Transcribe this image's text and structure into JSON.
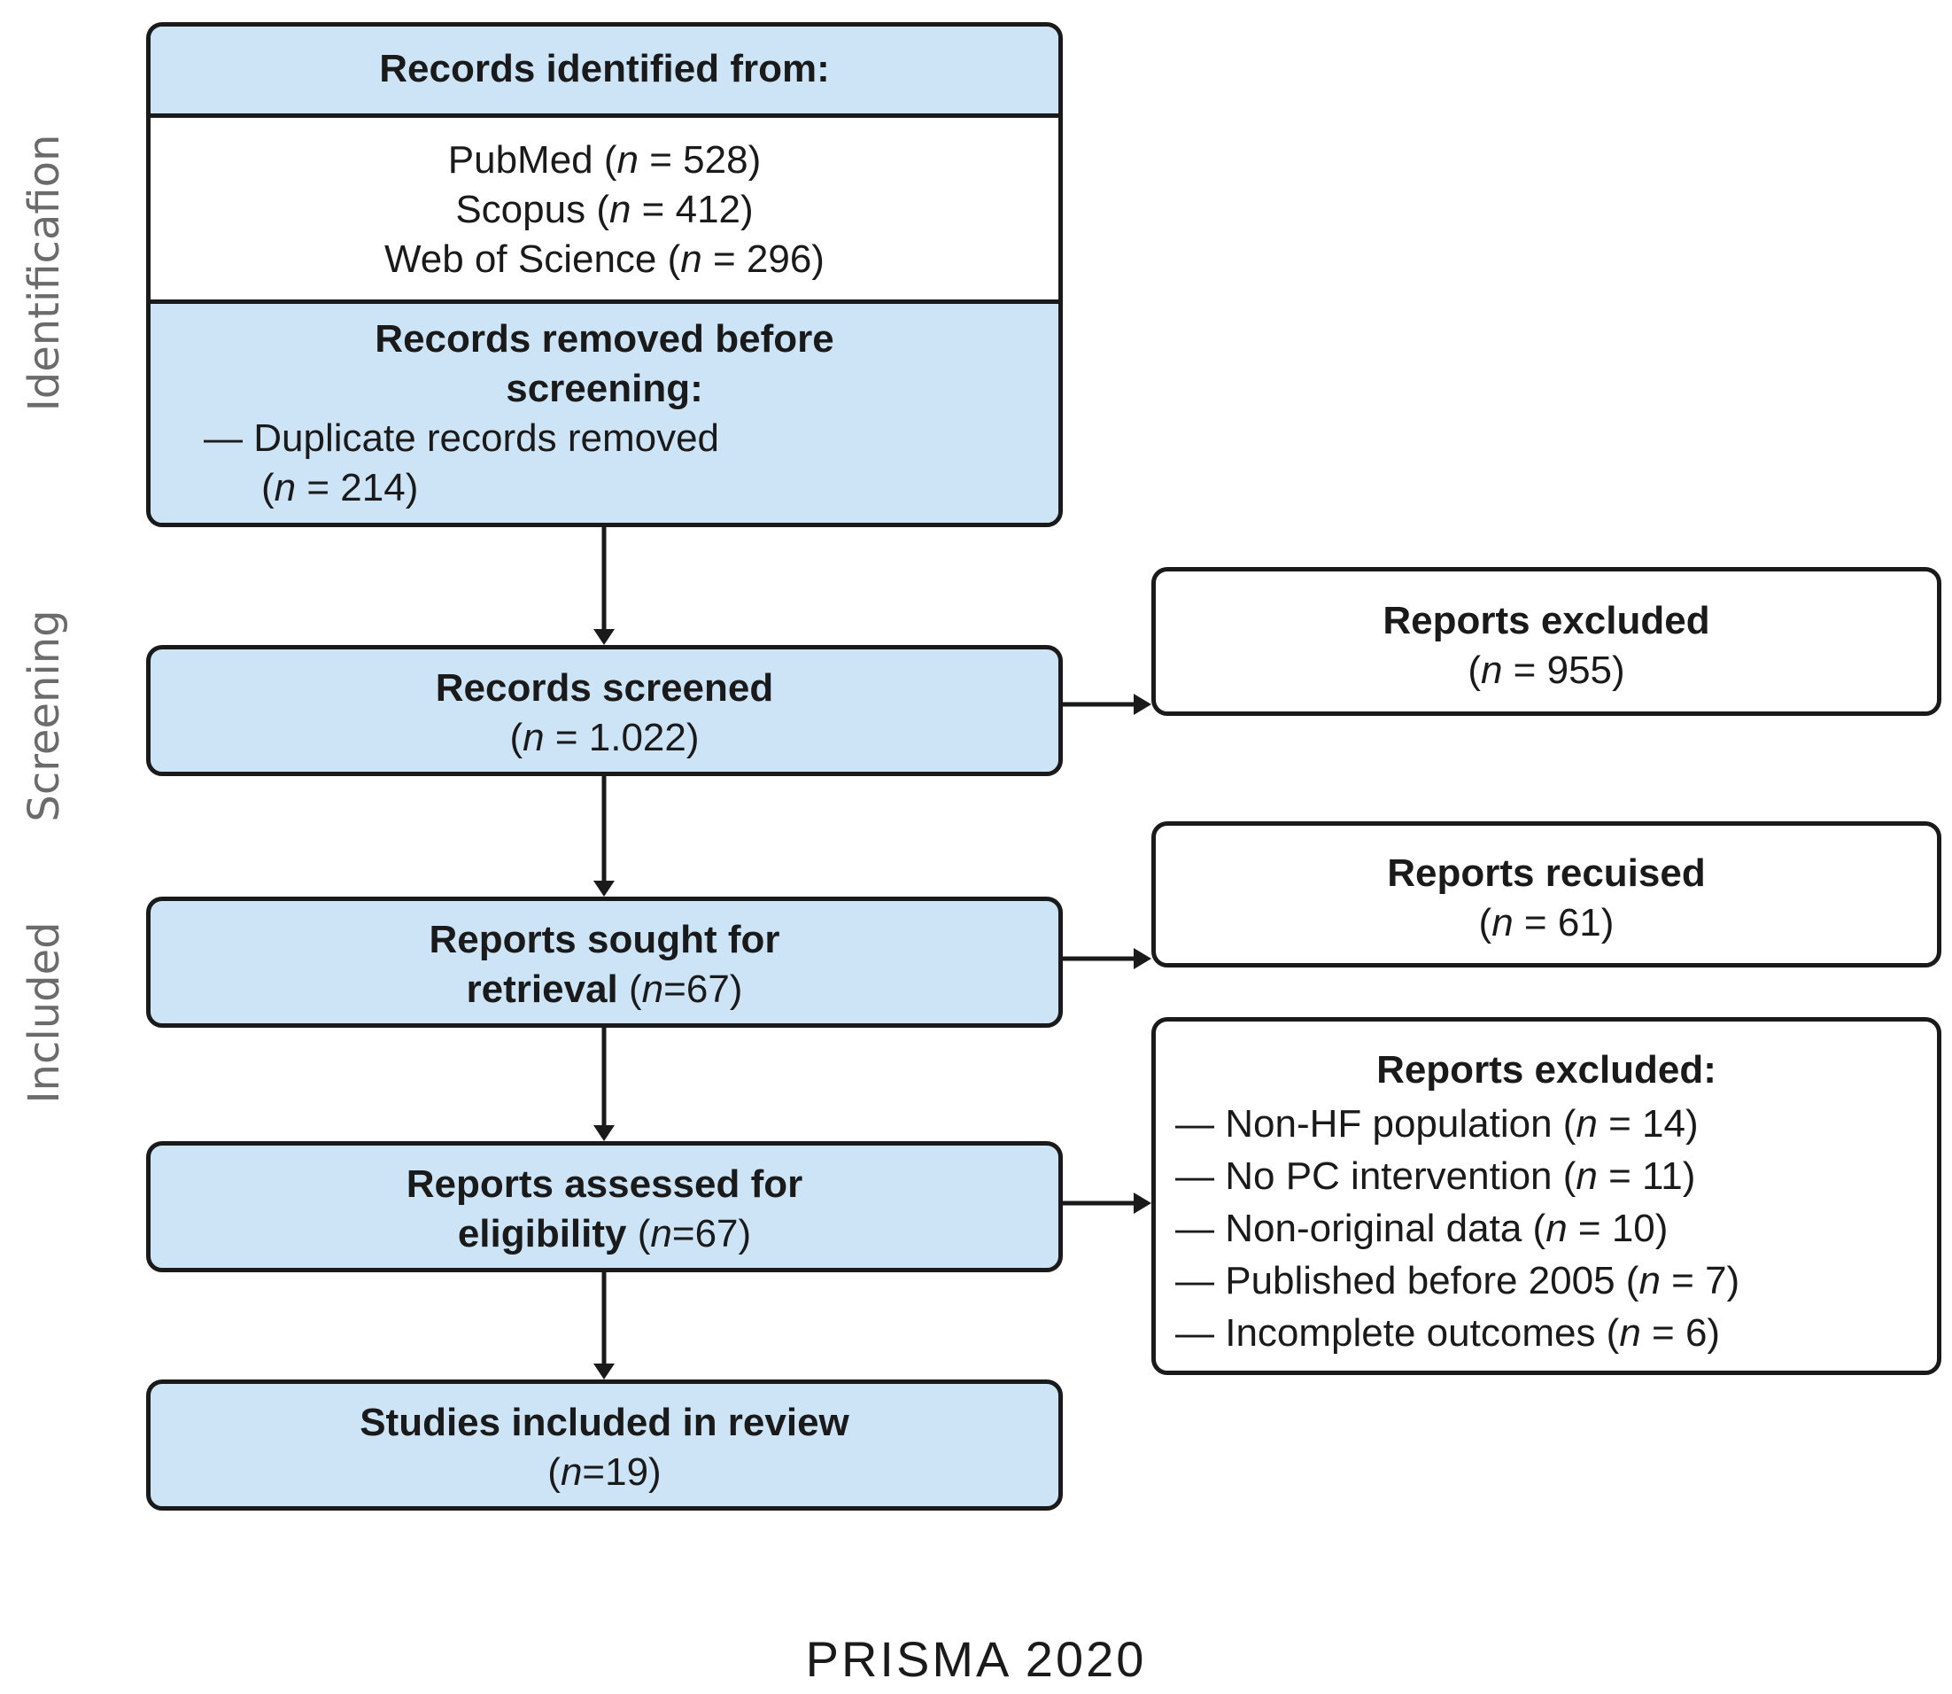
{
  "stages": {
    "identification": "Identificafion",
    "screening": "Screening",
    "included": "Included"
  },
  "identified": {
    "title": "Records identified from:",
    "sources": [
      {
        "name": "PubMed (",
        "n": "n",
        "count": " = 528)"
      },
      {
        "name": "Scopus (",
        "n": "n",
        "count": " = 412)"
      },
      {
        "name": "Web of Science (",
        "n": "n",
        "count": " = 296)"
      }
    ],
    "removed_title_1": "Records removed before",
    "removed_title_2": "screening:",
    "removed_item": "— Duplicate records removed",
    "removed_count_pre": "(",
    "removed_count_n": "n",
    "removed_count_post": " = 214)"
  },
  "screened": {
    "title": "Records screened",
    "pre": "(",
    "n": "n",
    "post": " = 1.022)"
  },
  "excluded_screen": {
    "title": "Reports excluded",
    "pre": "(",
    "n": "n",
    "post": " = 955)"
  },
  "sought": {
    "title_1": "Reports sought for",
    "title_2": "retrieval",
    "pre": " (",
    "n": "n",
    "post": "=67)"
  },
  "recused": {
    "title": "Reports recuised",
    "pre": "(",
    "n": "n",
    "post": " = 61)"
  },
  "assessed": {
    "title_1": "Reports assessed for",
    "title_2": "eligibility",
    "pre": " (",
    "n": "n",
    "post": "=67)"
  },
  "excluded_reasons": {
    "title": "Reports excluded:",
    "items": [
      {
        "text": "— Non-HF population (",
        "n": "n",
        "count": " = 14)"
      },
      {
        "text": "— No PC intervention (",
        "n": "n",
        "count": " = 11)"
      },
      {
        "text": "— Non-original data (",
        "n": "n",
        "count": " = 10)"
      },
      {
        "text": "— Published before  2005  (",
        "n": "n",
        "count": " = 7)"
      },
      {
        "text": "— Incomplete outcomes (",
        "n": "n",
        "count": " = 6)"
      }
    ]
  },
  "included": {
    "title": "Studies included in review",
    "pre": "(",
    "n": "n",
    "post": "=19)"
  },
  "footer": "PRISMA 2020",
  "colors": {
    "box_fill": "#cde4f7",
    "stroke": "#1a1a1a",
    "stage_label": "#6b6b6b"
  }
}
